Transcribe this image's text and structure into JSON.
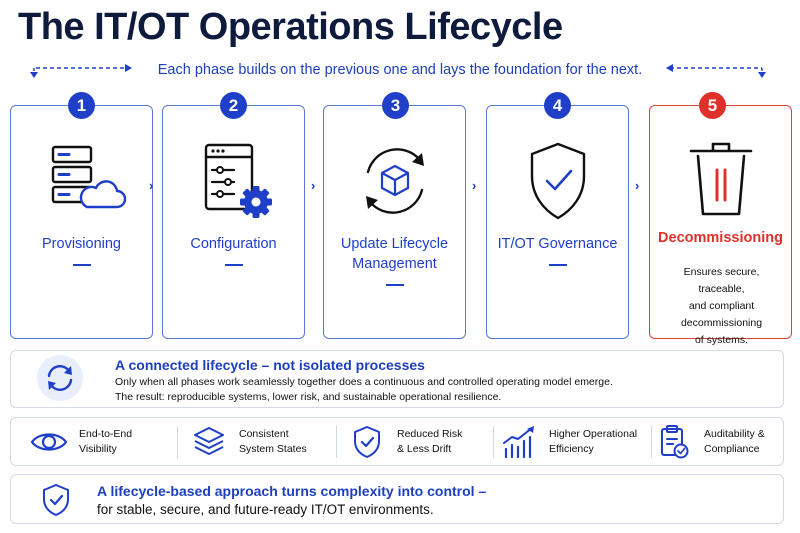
{
  "title": "The IT/OT Operations Lifecycle",
  "subtitle": "Each phase builds on the previous one and lays the foundation for the next.",
  "phases": [
    {
      "number": "1",
      "label": "Provisioning",
      "icon": "server-cloud-icon"
    },
    {
      "number": "2",
      "label": "Configuration",
      "icon": "settings-window-gear-icon"
    },
    {
      "number": "3",
      "label_line1": "Update Lifecycle",
      "label_line2": "Management",
      "icon": "cube-cycle-icon"
    },
    {
      "number": "4",
      "label": "IT/OT Governance",
      "icon": "shield-check-icon"
    },
    {
      "number": "5",
      "label": "Decommissioning",
      "icon": "trash-icon",
      "desc_line1": "Ensures secure, traceable,",
      "desc_line2": "and compliant",
      "desc_line3": "decommissioning",
      "desc_line4": "of systems."
    }
  ],
  "connected": {
    "title": "A connected lifecycle – not isolated processes",
    "line1": "Only when all phases work seamlessly together does a continuous and controlled operating model emerge.",
    "line2": "The result: reproducible systems, lower risk, and sustainable operational resilience.",
    "icon": "sync-icon"
  },
  "benefits": [
    {
      "line1": "End-to-End",
      "line2": "Visibility",
      "icon": "eye-icon"
    },
    {
      "line1": "Consistent",
      "line2": "System States",
      "icon": "layers-icon"
    },
    {
      "line1": "Reduced Risk",
      "line2": "& Less Drift",
      "icon": "shield-check-icon"
    },
    {
      "line1": "Higher Operational",
      "line2": "Efficiency",
      "icon": "growth-chart-icon"
    },
    {
      "line1": "Auditability &",
      "line2": "Compliance",
      "icon": "clipboard-check-icon"
    }
  ],
  "approach": {
    "line1": "A lifecycle-based approach turns complexity into control –",
    "line2": "for stable, secure, and future-ready IT/OT environments.",
    "icon": "shield-check-icon"
  },
  "colors": {
    "accent": "#1f3fc9",
    "alert": "#e0302a",
    "border": "#5a78d8"
  }
}
